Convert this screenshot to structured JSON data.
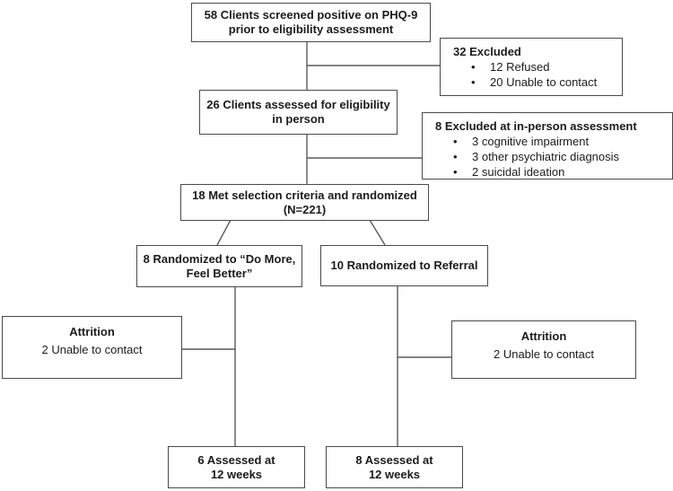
{
  "diagram": {
    "type": "consort-flowchart",
    "colors": {
      "background": "#ffffff",
      "box_border": "#4a4a4a",
      "connector_line": "#5a5a5a",
      "text": "#1b1b1b"
    },
    "boxes": {
      "screened": {
        "line1": "58 Clients screened positive on PHQ-9",
        "line2": "prior to eligibility assessment"
      },
      "excluded_screening": {
        "heading": "32 Excluded",
        "bullets": [
          "12 Refused",
          "20 Unable to contact"
        ]
      },
      "assessed": {
        "line1": "26 Clients assessed for eligibility",
        "line2": "in person"
      },
      "excluded_inperson": {
        "heading": "8 Excluded at in-person assessment",
        "bullets": [
          "3 cognitive impairment",
          "3 other psychiatric diagnosis",
          "2 suicidal ideation"
        ]
      },
      "randomized": {
        "line1": "18 Met selection criteria and randomized",
        "line2": "(N=221)"
      },
      "arm_dmfb": {
        "line1": "8 Randomized to “Do More,",
        "line2": "Feel Better”"
      },
      "arm_referral": {
        "line1": "10 Randomized to Referral"
      },
      "attrition_left": {
        "heading": "Attrition",
        "detail": "2 Unable to contact"
      },
      "attrition_right": {
        "heading": "Attrition",
        "detail": "2 Unable to contact"
      },
      "assessed12_left": {
        "line1": "6 Assessed at",
        "line2": "12 weeks"
      },
      "assessed12_right": {
        "line1": "8 Assessed at",
        "line2": "12 weeks"
      }
    }
  }
}
